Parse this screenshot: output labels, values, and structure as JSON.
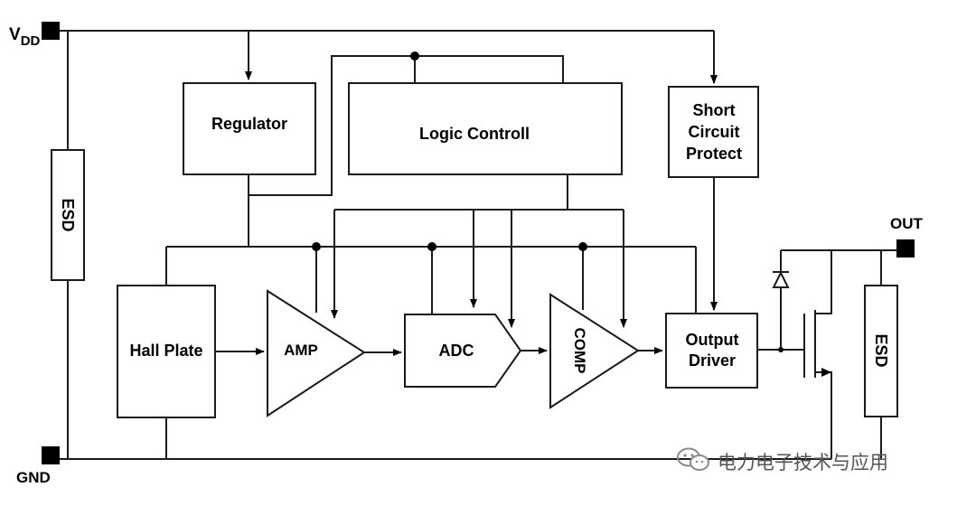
{
  "pins": {
    "vdd": {
      "main": "V",
      "sub": "DD"
    },
    "gnd": "GND",
    "out": "OUT"
  },
  "blocks": {
    "regulator": "Regulator",
    "logic": "Logic Controll",
    "short_circuit": [
      "Short",
      "Circuit",
      "Protect"
    ],
    "esd_left": "ESD",
    "esd_right": "ESD",
    "hall_plate": "Hall Plate",
    "amp": "AMP",
    "adc": "ADC",
    "comp": "COMP",
    "output_driver": [
      "Output",
      "Driver"
    ]
  },
  "watermark": "电力电子技术与应用",
  "icons": {
    "watermark_logo": "wechat-icon"
  }
}
